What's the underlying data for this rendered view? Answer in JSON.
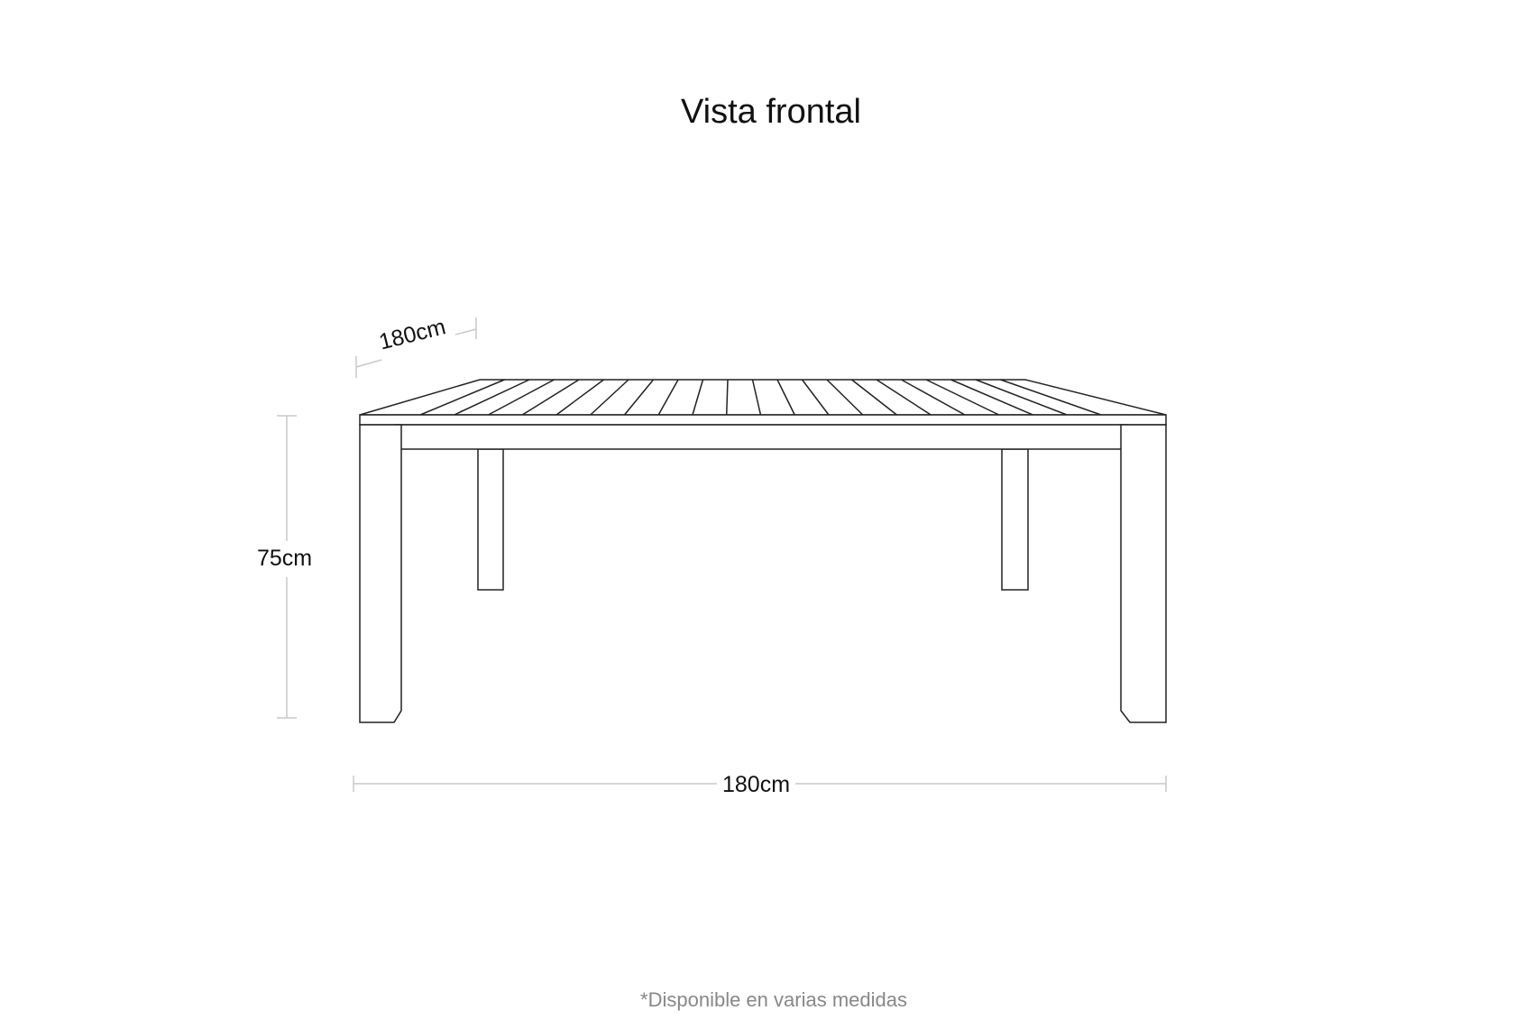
{
  "title": "Vista frontal",
  "dimensions": {
    "depth": "180cm",
    "height": "75cm",
    "width": "180cm"
  },
  "footnote": "*Disponible en varias medidas",
  "colors": {
    "line": "#222222",
    "dim_line": "#c8c8c8",
    "note": "#888888"
  },
  "slat_count": 22
}
